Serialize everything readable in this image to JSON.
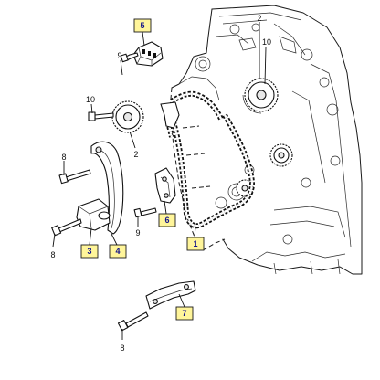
{
  "callouts": {
    "c5": "5",
    "c6": "6",
    "c3": "3",
    "c4": "4",
    "c1": "1",
    "c7": "7"
  },
  "labels": {
    "bolt_9_top": "9",
    "sprocket_2_right": "2",
    "bolt_10_right": "10",
    "bolt_10_left": "10",
    "sprocket_2_left": "2",
    "bolt_8_left": "8",
    "bolt_9_mid": "9",
    "bolt_8_bottom_left": "8",
    "bolt_8_bottom": "8"
  },
  "colors": {
    "callout_fill": "#fff59a",
    "callout_text": "#14148a",
    "line": "#111111"
  }
}
